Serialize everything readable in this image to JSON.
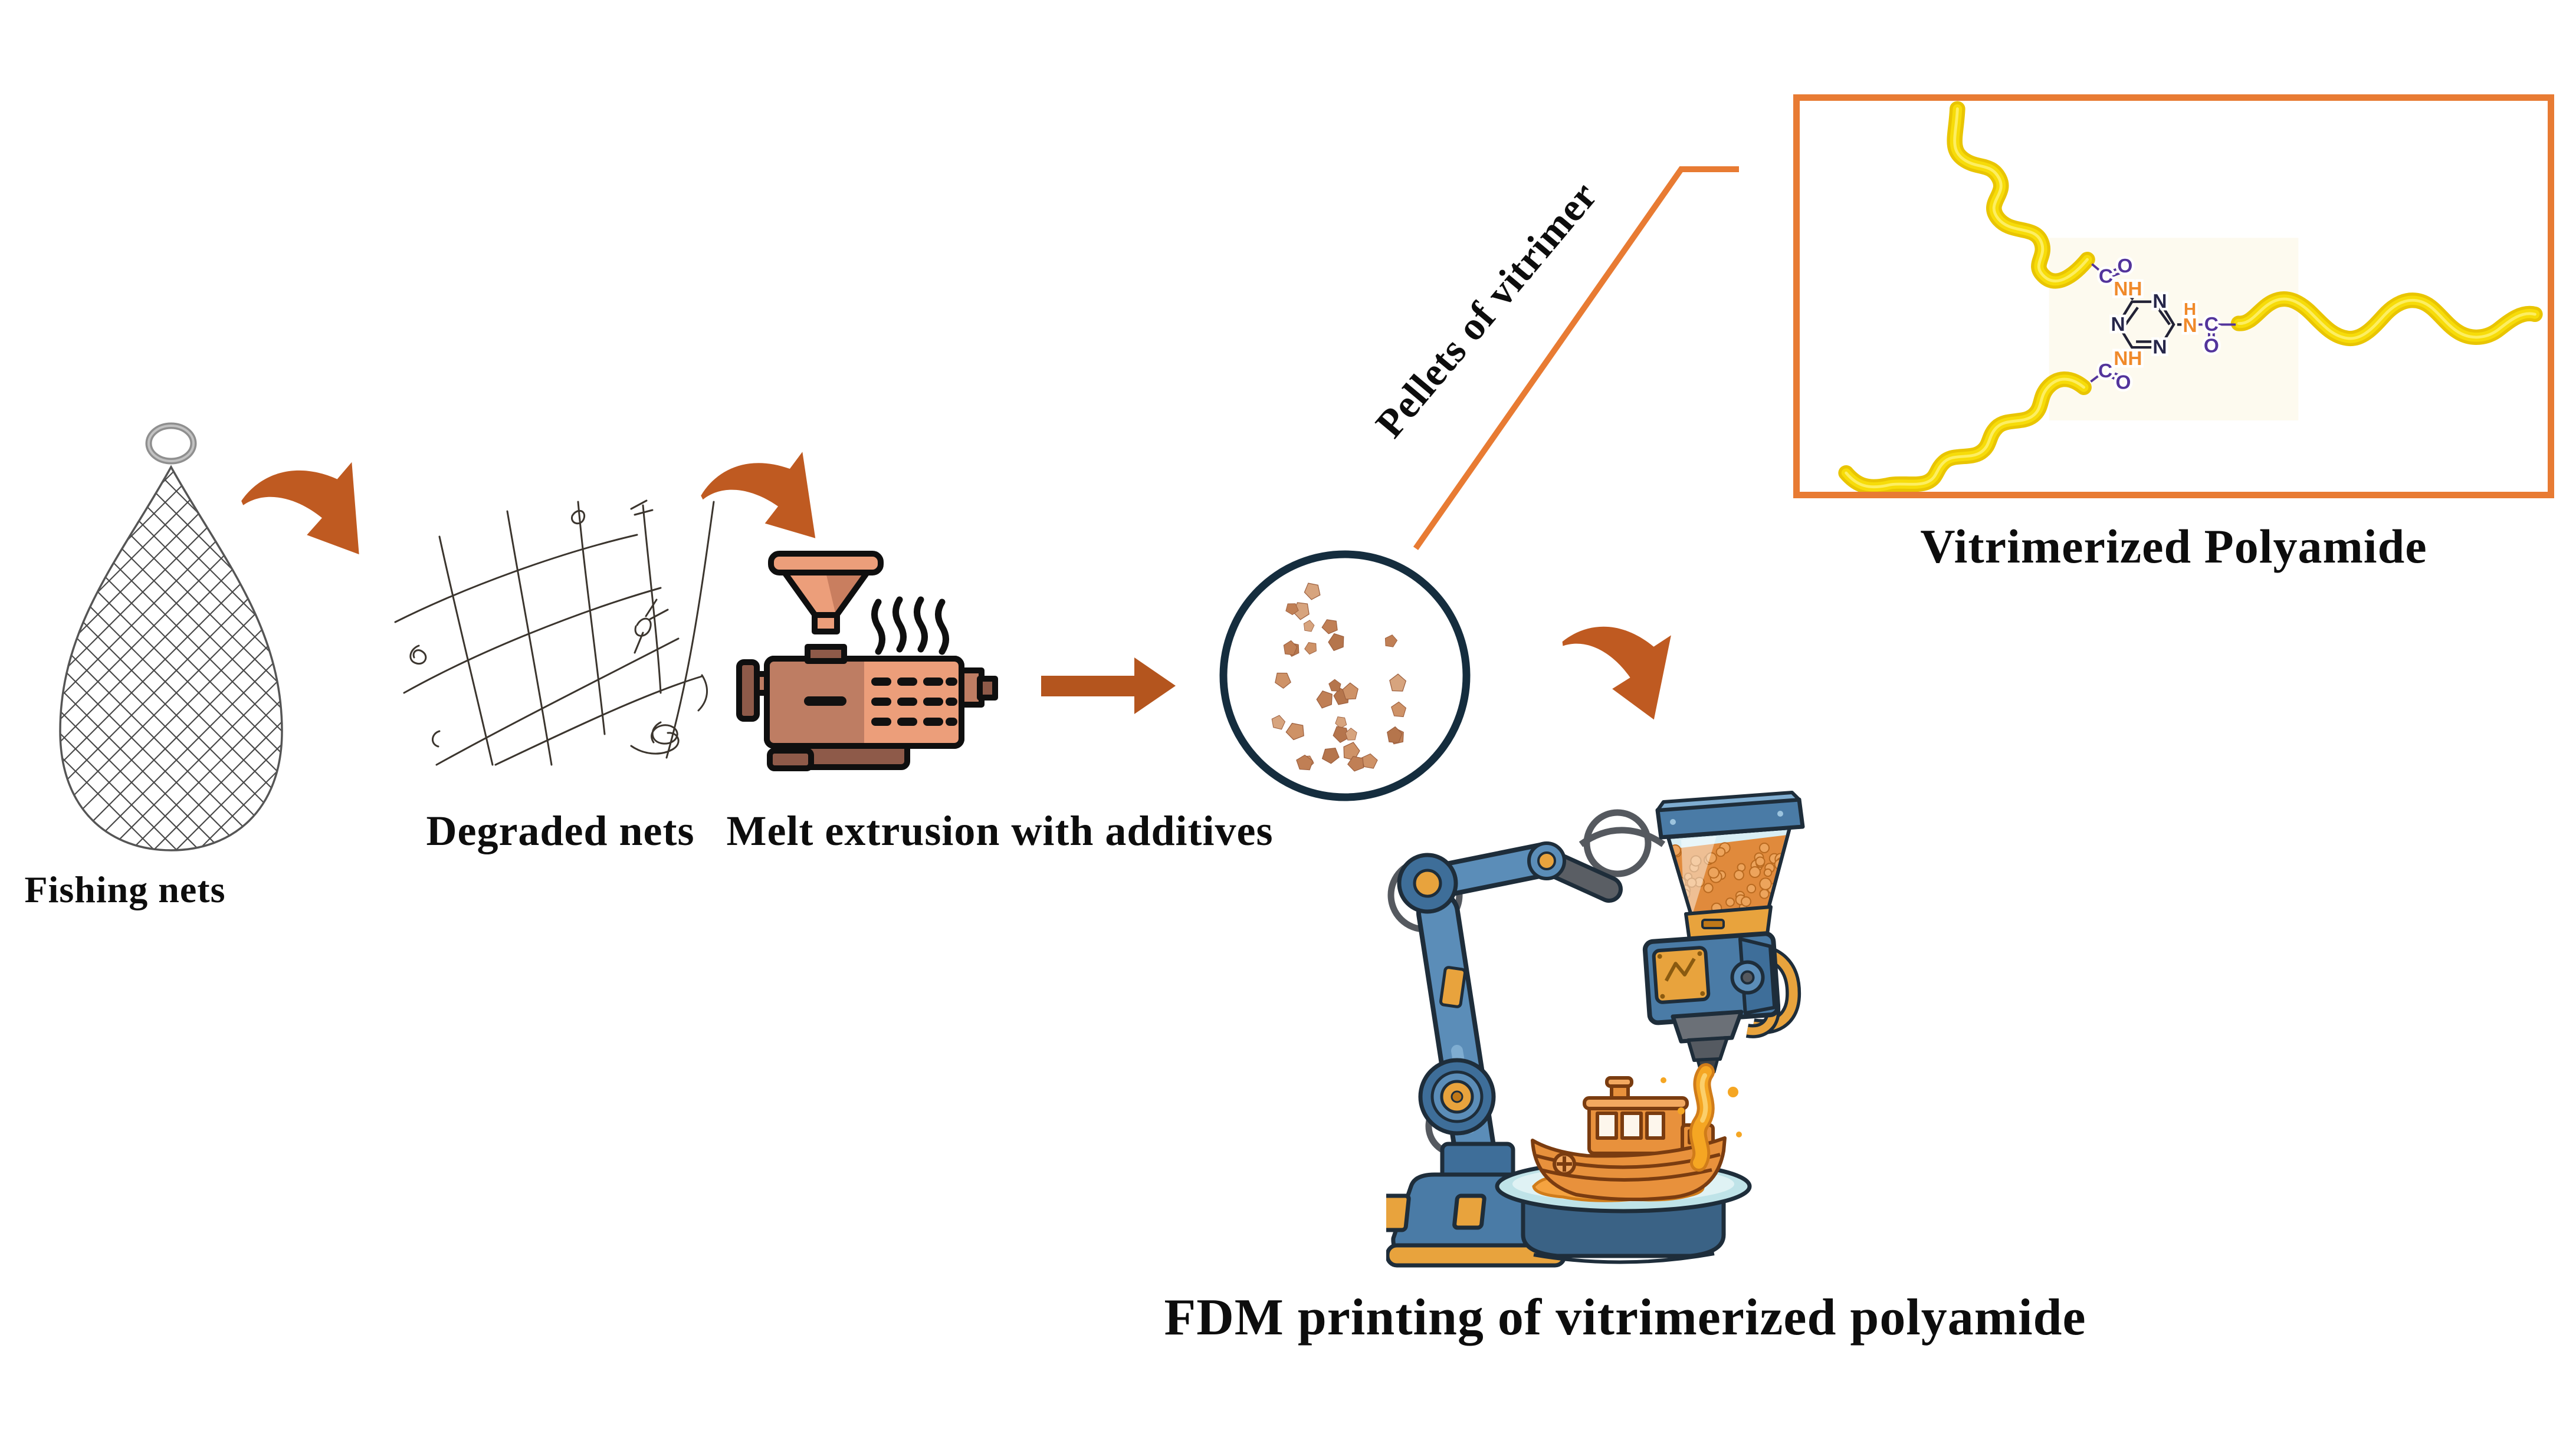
{
  "labels": {
    "fishing_nets": "Fishing nets",
    "degraded_nets": "Degraded nets",
    "melt_extrusion": "Melt extrusion with additives",
    "pellets_of_vitrimer": "Pellets of vitrimer",
    "vitrimerized_polyamide": "Vitrimerized Polyamide",
    "fdm_printing": "FDM printing of vitrimerized polyamide"
  },
  "molecule": {
    "n": "N",
    "nh": "NH",
    "h": "H",
    "c": "C",
    "o": "O"
  },
  "pellets": {
    "count": 30
  },
  "colors": {
    "accent_orange": "#E87B33",
    "arrow_orange": "#BF5A21",
    "straight_arrow": "#B4551E",
    "circle_navy": "#152D3E",
    "chain_yellow": "#F7DC09",
    "atom_orange": "#F08A2B",
    "atom_purple": "#53349B",
    "pellet_palette": [
      "#CE9267",
      "#C07F55",
      "#D7A47E",
      "#B5754C"
    ]
  },
  "icons": {
    "fishing_net": "fishing-net-illustration",
    "degraded_net": "degraded-net-illustration",
    "extruder": "melt-extruder-icon",
    "pellet_dish": "pellet-dish-illustration",
    "molecule": "vitrimer-network-molecule",
    "fdm_printer": "robot-arm-fdm-printer-illustration"
  }
}
